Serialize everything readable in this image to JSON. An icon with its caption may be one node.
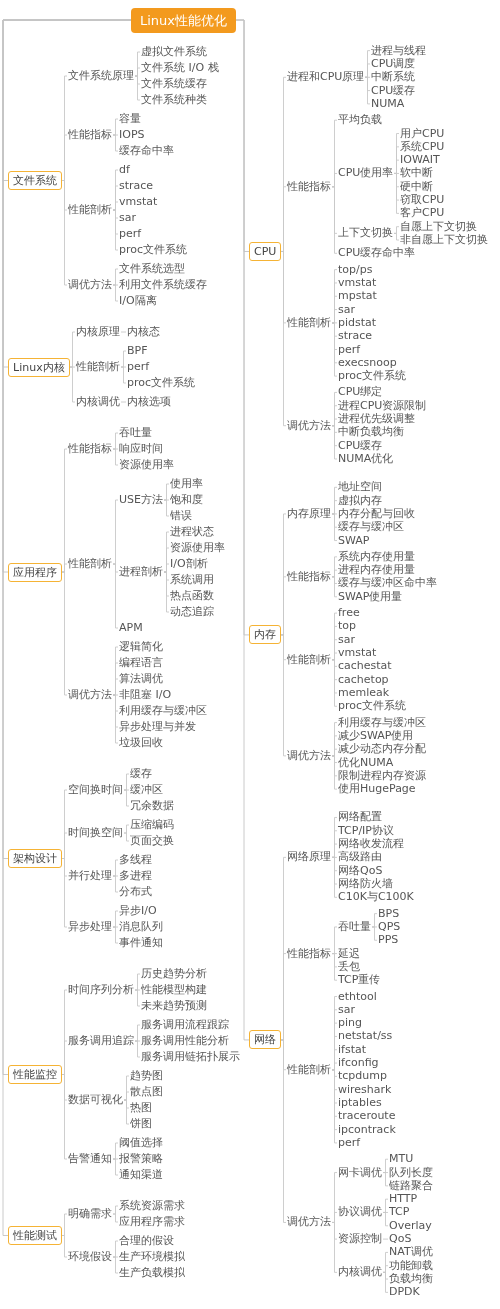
{
  "diagram": {
    "nodes": [
      {
        "text": [
          "Linux性能优化"
        ]
      },
      {
        "text": [
          "CPU"
        ]
      },
      {
        "text": [
          "进程和CPU原理"
        ]
      },
      {
        "text": [
          "进程与线程"
        ]
      },
      {
        "text": [
          "CPU调度"
        ]
      },
      {
        "text": [
          "中断系统"
        ]
      },
      {
        "text": [
          "CPU缓存"
        ]
      },
      {
        "text": [
          "NUMA"
        ]
      },
      {
        "text": [
          "性能指标"
        ]
      },
      {
        "text": [
          "平均负载"
        ]
      },
      {
        "text": [
          "CPU使用率"
        ]
      },
      {
        "text": [
          "用户CPU"
        ]
      },
      {
        "text": [
          "系统CPU"
        ]
      },
      {
        "text": [
          "IOWAIT"
        ]
      },
      {
        "text": [
          "软中断"
        ]
      },
      {
        "text": [
          "硬中断"
        ]
      },
      {
        "text": [
          "窃取CPU"
        ]
      },
      {
        "text": [
          "客户CPU"
        ]
      },
      {
        "text": [
          "上下文切换"
        ]
      },
      {
        "text": [
          "自愿上下文切换"
        ]
      },
      {
        "text": [
          "非自愿上下文切换"
        ]
      },
      {
        "text": [
          "CPU缓存命中率"
        ]
      },
      {
        "text": [
          "性能剖析"
        ]
      },
      {
        "text": [
          "top/ps"
        ]
      },
      {
        "text": [
          "vmstat"
        ]
      },
      {
        "text": [
          "mpstat"
        ]
      },
      {
        "text": [
          "sar"
        ]
      },
      {
        "text": [
          "pidstat"
        ]
      },
      {
        "text": [
          "strace"
        ]
      },
      {
        "text": [
          "perf"
        ]
      },
      {
        "text": [
          "execsnoop"
        ]
      },
      {
        "text": [
          "proc文件系统"
        ]
      },
      {
        "text": [
          "调优方法"
        ]
      },
      {
        "text": [
          "CPU绑定"
        ]
      },
      {
        "text": [
          "进程CPU资源限制"
        ]
      },
      {
        "text": [
          "进程优先级调整"
        ]
      },
      {
        "text": [
          "中断负载均衡"
        ]
      },
      {
        "text": [
          "CPU缓存"
        ]
      },
      {
        "text": [
          "NUMA优化"
        ]
      },
      {
        "text": [
          "内存"
        ]
      },
      {
        "text": [
          "内存原理"
        ]
      },
      {
        "text": [
          "地址空间"
        ]
      },
      {
        "text": [
          "虚拟内存"
        ]
      },
      {
        "text": [
          "内存分配与回收"
        ]
      },
      {
        "text": [
          "缓存与缓冲区"
        ]
      },
      {
        "text": [
          "SWAP"
        ]
      },
      {
        "text": [
          "性能指标"
        ]
      },
      {
        "text": [
          "系统内存使用量"
        ]
      },
      {
        "text": [
          "进程内存使用量"
        ]
      },
      {
        "text": [
          "缓存与缓冲区命中率"
        ]
      },
      {
        "text": [
          "SWAP使用量"
        ]
      },
      {
        "text": [
          "性能剖析"
        ]
      },
      {
        "text": [
          "free"
        ]
      },
      {
        "text": [
          "top"
        ]
      },
      {
        "text": [
          "sar"
        ]
      },
      {
        "text": [
          "vmstat"
        ]
      },
      {
        "text": [
          "cachestat"
        ]
      },
      {
        "text": [
          "cachetop"
        ]
      },
      {
        "text": [
          "memleak"
        ]
      },
      {
        "text": [
          "proc文件系统"
        ]
      },
      {
        "text": [
          "调优方法"
        ]
      },
      {
        "text": [
          "利用缓存与缓冲区"
        ]
      },
      {
        "text": [
          "减少SWAP使用"
        ]
      },
      {
        "text": [
          "减少动态内存分配"
        ]
      },
      {
        "text": [
          "优化NUMA"
        ]
      },
      {
        "text": [
          "限制进程内存资源"
        ]
      },
      {
        "text": [
          "使用HugePage"
        ]
      },
      {
        "text": [
          "网络"
        ]
      },
      {
        "text": [
          "网络原理"
        ]
      },
      {
        "text": [
          "网络配置"
        ]
      },
      {
        "text": [
          "TCP/IP协议"
        ]
      },
      {
        "text": [
          "网络收发流程"
        ]
      },
      {
        "text": [
          "高级路由"
        ]
      },
      {
        "text": [
          "网络QoS"
        ]
      },
      {
        "text": [
          "网络防火墙"
        ]
      },
      {
        "text": [
          "C10K与C100K"
        ]
      },
      {
        "text": [
          "性能指标"
        ]
      },
      {
        "text": [
          "吞吐量"
        ]
      },
      {
        "text": [
          "BPS"
        ]
      },
      {
        "text": [
          "QPS"
        ]
      },
      {
        "text": [
          "PPS"
        ]
      },
      {
        "text": [
          "延迟"
        ]
      },
      {
        "text": [
          "丢包"
        ]
      },
      {
        "text": [
          "TCP重传"
        ]
      },
      {
        "text": [
          "性能剖析"
        ]
      },
      {
        "text": [
          "ethtool"
        ]
      },
      {
        "text": [
          "sar"
        ]
      },
      {
        "text": [
          "ping"
        ]
      },
      {
        "text": [
          "netstat/ss"
        ]
      },
      {
        "text": [
          "ifstat"
        ]
      },
      {
        "text": [
          "ifconfig"
        ]
      },
      {
        "text": [
          "tcpdump"
        ]
      },
      {
        "text": [
          "wireshark"
        ]
      },
      {
        "text": [
          "iptables"
        ]
      },
      {
        "text": [
          "traceroute"
        ]
      },
      {
        "text": [
          "ipcontrack"
        ]
      },
      {
        "text": [
          "perf"
        ]
      },
      {
        "text": [
          "调优方法"
        ]
      },
      {
        "text": [
          "网卡调优"
        ]
      },
      {
        "text": [
          "MTU"
        ]
      },
      {
        "text": [
          "队列长度"
        ]
      },
      {
        "text": [
          "链路聚合"
        ]
      },
      {
        "text": [
          "协议调优"
        ]
      },
      {
        "text": [
          "HTTP"
        ]
      },
      {
        "text": [
          "TCP"
        ]
      },
      {
        "text": [
          "Overlay"
        ]
      },
      {
        "text": [
          "资源控制"
        ]
      },
      {
        "text": [
          "QoS"
        ]
      },
      {
        "text": [
          "内核调优"
        ]
      },
      {
        "text": [
          "NAT调优"
        ]
      },
      {
        "text": [
          "功能卸载"
        ]
      },
      {
        "text": [
          "负载均衡"
        ]
      },
      {
        "text": [
          "DPDK"
        ]
      },
      {
        "text": [
          "文件系统"
        ]
      },
      {
        "text": [
          "文件系统原理"
        ]
      },
      {
        "text": [
          "虚拟文件系统"
        ]
      },
      {
        "text": [
          "文件系统 I/O 栈"
        ]
      },
      {
        "text": [
          "文件系统缓存"
        ]
      },
      {
        "text": [
          "文件系统种类"
        ]
      },
      {
        "text": [
          "性能指标"
        ]
      },
      {
        "text": [
          "容量"
        ]
      },
      {
        "text": [
          "IOPS"
        ]
      },
      {
        "text": [
          "缓存命中率"
        ]
      },
      {
        "text": [
          "性能剖析"
        ]
      },
      {
        "text": [
          "df"
        ]
      },
      {
        "text": [
          "strace"
        ]
      },
      {
        "text": [
          "vmstat"
        ]
      },
      {
        "text": [
          "sar"
        ]
      },
      {
        "text": [
          "perf"
        ]
      },
      {
        "text": [
          "proc文件系统"
        ]
      },
      {
        "text": [
          "调优方法"
        ]
      },
      {
        "text": [
          "文件系统选型"
        ]
      },
      {
        "text": [
          "利用文件系统缓存"
        ]
      },
      {
        "text": [
          "I/O隔离"
        ]
      },
      {
        "text": [
          "Linux内核"
        ]
      },
      {
        "text": [
          "内核原理"
        ]
      },
      {
        "text": [
          "内核态"
        ]
      },
      {
        "text": [
          "性能剖析"
        ]
      },
      {
        "text": [
          "BPF"
        ]
      },
      {
        "text": [
          "perf"
        ]
      },
      {
        "text": [
          "proc文件系统"
        ]
      },
      {
        "text": [
          "内核调优"
        ]
      },
      {
        "text": [
          "内核选项"
        ]
      },
      {
        "text": [
          "应用程序"
        ]
      },
      {
        "text": [
          "性能指标"
        ]
      },
      {
        "text": [
          "吞吐量"
        ]
      },
      {
        "text": [
          "响应时间"
        ]
      },
      {
        "text": [
          "资源使用率"
        ]
      },
      {
        "text": [
          "性能剖析"
        ]
      },
      {
        "text": [
          "USE方法"
        ]
      },
      {
        "text": [
          "使用率"
        ]
      },
      {
        "text": [
          "饱和度"
        ]
      },
      {
        "text": [
          "错误"
        ]
      },
      {
        "text": [
          "进程剖析"
        ]
      },
      {
        "text": [
          "进程状态"
        ]
      },
      {
        "text": [
          "资源使用率"
        ]
      },
      {
        "text": [
          "I/O剖析"
        ]
      },
      {
        "text": [
          "系统调用"
        ]
      },
      {
        "text": [
          "热点函数"
        ]
      },
      {
        "text": [
          "动态追踪"
        ]
      },
      {
        "text": [
          "APM"
        ]
      },
      {
        "text": [
          "调优方法"
        ]
      },
      {
        "text": [
          "逻辑简化"
        ]
      },
      {
        "text": [
          "编程语言"
        ]
      },
      {
        "text": [
          "算法调优"
        ]
      },
      {
        "text": [
          "非阻塞 I/O"
        ]
      },
      {
        "text": [
          "利用缓存与缓冲区"
        ]
      },
      {
        "text": [
          "异步处理与并发"
        ]
      },
      {
        "text": [
          "垃圾回收"
        ]
      },
      {
        "text": [
          "架构设计"
        ]
      },
      {
        "text": [
          "空间换时间"
        ]
      },
      {
        "text": [
          "缓存"
        ]
      },
      {
        "text": [
          "缓冲区"
        ]
      },
      {
        "text": [
          "冗余数据"
        ]
      },
      {
        "text": [
          "时间换空间"
        ]
      },
      {
        "text": [
          "压缩编码"
        ]
      },
      {
        "text": [
          "页面交换"
        ]
      },
      {
        "text": [
          "并行处理"
        ]
      },
      {
        "text": [
          "多线程"
        ]
      },
      {
        "text": [
          "多进程"
        ]
      },
      {
        "text": [
          "分布式"
        ]
      },
      {
        "text": [
          "异步处理"
        ]
      },
      {
        "text": [
          "异步I/O"
        ]
      },
      {
        "text": [
          "消息队列"
        ]
      },
      {
        "text": [
          "事件通知"
        ]
      },
      {
        "text": [
          "性能监控"
        ]
      },
      {
        "text": [
          "时间序列分析"
        ]
      },
      {
        "text": [
          "历史趋势分析"
        ]
      },
      {
        "text": [
          "性能模型构建"
        ]
      },
      {
        "text": [
          "未来趋势预测"
        ]
      },
      {
        "text": [
          "服务调用追踪"
        ]
      },
      {
        "text": [
          "服务调用流程跟踪"
        ]
      },
      {
        "text": [
          "服务调用性能分析"
        ]
      },
      {
        "text": [
          "服务调用链拓扑展示"
        ]
      },
      {
        "text": [
          "数据可视化"
        ]
      },
      {
        "text": [
          "趋势图"
        ]
      },
      {
        "text": [
          "散点图"
        ]
      },
      {
        "text": [
          "热图"
        ]
      },
      {
        "text": [
          "饼图"
        ]
      },
      {
        "text": [
          "告警通知"
        ]
      },
      {
        "text": [
          "阈值选择"
        ]
      },
      {
        "text": [
          "报警策略"
        ]
      },
      {
        "text": [
          "通知渠道"
        ]
      },
      {
        "text": [
          "性能测试"
        ]
      },
      {
        "text": [
          "明确需求"
        ]
      },
      {
        "text": [
          "系统资源需求"
        ]
      },
      {
        "text": [
          "应用程序需求"
        ]
      },
      {
        "text": [
          "环境假设"
        ]
      },
      {
        "text": [
          "合理的假设"
        ]
      },
      {
        "text": [
          "生产环境模拟"
        ]
      },
      {
        "text": [
          "生产负载模拟"
        ]
      }
    ],
    "edges": [
      {
        "from": 0,
        "to": 1,
        "arrow": "none"
      },
      {
        "from": 1,
        "to": 2,
        "arrow": "none"
      },
      {
        "from": 2,
        "to": 3,
        "arrow": "none"
      },
      {
        "from": 2,
        "to": 4,
        "arrow": "none"
      },
      {
        "from": 2,
        "to": 5,
        "arrow": "none"
      },
      {
        "from": 2,
        "to": 6,
        "arrow": "none"
      },
      {
        "from": 2,
        "to": 7,
        "arrow": "none"
      },
      {
        "from": 1,
        "to": 8,
        "arrow": "none"
      },
      {
        "from": 8,
        "to": 9,
        "arrow": "none"
      },
      {
        "from": 8,
        "to": 10,
        "arrow": "none"
      },
      {
        "from": 10,
        "to": 11,
        "arrow": "none"
      },
      {
        "from": 10,
        "to": 12,
        "arrow": "none"
      },
      {
        "from": 10,
        "to": 13,
        "arrow": "none"
      },
      {
        "from": 10,
        "to": 14,
        "arrow": "none"
      },
      {
        "from": 10,
        "to": 15,
        "arrow": "none"
      },
      {
        "from": 10,
        "to": 16,
        "arrow": "none"
      },
      {
        "from": 10,
        "to": 17,
        "arrow": "none"
      },
      {
        "from": 8,
        "to": 18,
        "arrow": "none"
      },
      {
        "from": 18,
        "to": 19,
        "arrow": "none"
      },
      {
        "from": 18,
        "to": 20,
        "arrow": "none"
      },
      {
        "from": 8,
        "to": 21,
        "arrow": "none"
      },
      {
        "from": 1,
        "to": 22,
        "arrow": "none"
      },
      {
        "from": 22,
        "to": 23,
        "arrow": "none"
      },
      {
        "from": 22,
        "to": 24,
        "arrow": "none"
      },
      {
        "from": 22,
        "to": 25,
        "arrow": "none"
      },
      {
        "from": 22,
        "to": 26,
        "arrow": "none"
      },
      {
        "from": 22,
        "to": 27,
        "arrow": "none"
      },
      {
        "from": 22,
        "to": 28,
        "arrow": "none"
      },
      {
        "from": 22,
        "to": 29,
        "arrow": "none"
      },
      {
        "from": 22,
        "to": 30,
        "arrow": "none"
      },
      {
        "from": 22,
        "to": 31,
        "arrow": "none"
      },
      {
        "from": 1,
        "to": 32,
        "arrow": "none"
      },
      {
        "from": 32,
        "to": 33,
        "arrow": "none"
      },
      {
        "from": 32,
        "to": 34,
        "arrow": "none"
      },
      {
        "from": 32,
        "to": 35,
        "arrow": "none"
      },
      {
        "from": 32,
        "to": 36,
        "arrow": "none"
      },
      {
        "from": 32,
        "to": 37,
        "arrow": "none"
      },
      {
        "from": 32,
        "to": 38,
        "arrow": "none"
      },
      {
        "from": 0,
        "to": 39,
        "arrow": "none"
      },
      {
        "from": 39,
        "to": 40,
        "arrow": "none"
      },
      {
        "from": 40,
        "to": 41,
        "arrow": "none"
      },
      {
        "from": 40,
        "to": 42,
        "arrow": "none"
      },
      {
        "from": 40,
        "to": 43,
        "arrow": "none"
      },
      {
        "from": 40,
        "to": 44,
        "arrow": "none"
      },
      {
        "from": 40,
        "to": 45,
        "arrow": "none"
      },
      {
        "from": 39,
        "to": 46,
        "arrow": "none"
      },
      {
        "from": 46,
        "to": 47,
        "arrow": "none"
      },
      {
        "from": 46,
        "to": 48,
        "arrow": "none"
      },
      {
        "from": 46,
        "to": 49,
        "arrow": "none"
      },
      {
        "from": 46,
        "to": 50,
        "arrow": "none"
      },
      {
        "from": 39,
        "to": 51,
        "arrow": "none"
      },
      {
        "from": 51,
        "to": 52,
        "arrow": "none"
      },
      {
        "from": 51,
        "to": 53,
        "arrow": "none"
      },
      {
        "from": 51,
        "to": 54,
        "arrow": "none"
      },
      {
        "from": 51,
        "to": 55,
        "arrow": "none"
      },
      {
        "from": 51,
        "to": 56,
        "arrow": "none"
      },
      {
        "from": 51,
        "to": 57,
        "arrow": "none"
      },
      {
        "from": 51,
        "to": 58,
        "arrow": "none"
      },
      {
        "from": 51,
        "to": 59,
        "arrow": "none"
      },
      {
        "from": 39,
        "to": 60,
        "arrow": "none"
      },
      {
        "from": 60,
        "to": 61,
        "arrow": "none"
      },
      {
        "from": 60,
        "to": 62,
        "arrow": "none"
      },
      {
        "from": 60,
        "to": 63,
        "arrow": "none"
      },
      {
        "from": 60,
        "to": 64,
        "arrow": "none"
      },
      {
        "from": 60,
        "to": 65,
        "arrow": "none"
      },
      {
        "from": 60,
        "to": 66,
        "arrow": "none"
      },
      {
        "from": 0,
        "to": 67,
        "arrow": "none"
      },
      {
        "from": 67,
        "to": 68,
        "arrow": "none"
      },
      {
        "from": 68,
        "to": 69,
        "arrow": "none"
      },
      {
        "from": 68,
        "to": 70,
        "arrow": "none"
      },
      {
        "from": 68,
        "to": 71,
        "arrow": "none"
      },
      {
        "from": 68,
        "to": 72,
        "arrow": "none"
      },
      {
        "from": 68,
        "to": 73,
        "arrow": "none"
      },
      {
        "from": 68,
        "to": 74,
        "arrow": "none"
      },
      {
        "from": 68,
        "to": 75,
        "arrow": "none"
      },
      {
        "from": 67,
        "to": 76,
        "arrow": "none"
      },
      {
        "from": 76,
        "to": 77,
        "arrow": "none"
      },
      {
        "from": 77,
        "to": 78,
        "arrow": "none"
      },
      {
        "from": 77,
        "to": 79,
        "arrow": "none"
      },
      {
        "from": 77,
        "to": 80,
        "arrow": "none"
      },
      {
        "from": 76,
        "to": 81,
        "arrow": "none"
      },
      {
        "from": 76,
        "to": 82,
        "arrow": "none"
      },
      {
        "from": 76,
        "to": 83,
        "arrow": "none"
      },
      {
        "from": 67,
        "to": 84,
        "arrow": "none"
      },
      {
        "from": 84,
        "to": 85,
        "arrow": "none"
      },
      {
        "from": 84,
        "to": 86,
        "arrow": "none"
      },
      {
        "from": 84,
        "to": 87,
        "arrow": "none"
      },
      {
        "from": 84,
        "to": 88,
        "arrow": "none"
      },
      {
        "from": 84,
        "to": 89,
        "arrow": "none"
      },
      {
        "from": 84,
        "to": 90,
        "arrow": "none"
      },
      {
        "from": 84,
        "to": 91,
        "arrow": "none"
      },
      {
        "from": 84,
        "to": 92,
        "arrow": "none"
      },
      {
        "from": 84,
        "to": 93,
        "arrow": "none"
      },
      {
        "from": 84,
        "to": 94,
        "arrow": "none"
      },
      {
        "from": 84,
        "to": 95,
        "arrow": "none"
      },
      {
        "from": 84,
        "to": 96,
        "arrow": "none"
      },
      {
        "from": 67,
        "to": 97,
        "arrow": "none"
      },
      {
        "from": 97,
        "to": 98,
        "arrow": "none"
      },
      {
        "from": 98,
        "to": 99,
        "arrow": "none"
      },
      {
        "from": 98,
        "to": 100,
        "arrow": "none"
      },
      {
        "from": 98,
        "to": 101,
        "arrow": "none"
      },
      {
        "from": 97,
        "to": 102,
        "arrow": "none"
      },
      {
        "from": 102,
        "to": 103,
        "arrow": "none"
      },
      {
        "from": 102,
        "to": 104,
        "arrow": "none"
      },
      {
        "from": 102,
        "to": 105,
        "arrow": "none"
      },
      {
        "from": 97,
        "to": 106,
        "arrow": "none"
      },
      {
        "from": 106,
        "to": 107,
        "arrow": "none"
      },
      {
        "from": 97,
        "to": 108,
        "arrow": "none"
      },
      {
        "from": 108,
        "to": 109,
        "arrow": "none"
      },
      {
        "from": 108,
        "to": 110,
        "arrow": "none"
      },
      {
        "from": 108,
        "to": 111,
        "arrow": "none"
      },
      {
        "from": 108,
        "to": 112,
        "arrow": "none"
      },
      {
        "from": 0,
        "to": 113,
        "arrow": "none"
      },
      {
        "from": 113,
        "to": 114,
        "arrow": "none"
      },
      {
        "from": 114,
        "to": 115,
        "arrow": "none"
      },
      {
        "from": 114,
        "to": 116,
        "arrow": "none"
      },
      {
        "from": 114,
        "to": 117,
        "arrow": "none"
      },
      {
        "from": 114,
        "to": 118,
        "arrow": "none"
      },
      {
        "from": 113,
        "to": 119,
        "arrow": "none"
      },
      {
        "from": 119,
        "to": 120,
        "arrow": "none"
      },
      {
        "from": 119,
        "to": 121,
        "arrow": "none"
      },
      {
        "from": 119,
        "to": 122,
        "arrow": "none"
      },
      {
        "from": 113,
        "to": 123,
        "arrow": "none"
      },
      {
        "from": 123,
        "to": 124,
        "arrow": "none"
      },
      {
        "from": 123,
        "to": 125,
        "arrow": "none"
      },
      {
        "from": 123,
        "to": 126,
        "arrow": "none"
      },
      {
        "from": 123,
        "to": 127,
        "arrow": "none"
      },
      {
        "from": 123,
        "to": 128,
        "arrow": "none"
      },
      {
        "from": 123,
        "to": 129,
        "arrow": "none"
      },
      {
        "from": 113,
        "to": 130,
        "arrow": "none"
      },
      {
        "from": 130,
        "to": 131,
        "arrow": "none"
      },
      {
        "from": 130,
        "to": 132,
        "arrow": "none"
      },
      {
        "from": 130,
        "to": 133,
        "arrow": "none"
      },
      {
        "from": 0,
        "to": 134,
        "arrow": "none"
      },
      {
        "from": 134,
        "to": 135,
        "arrow": "none"
      },
      {
        "from": 135,
        "to": 136,
        "arrow": "none"
      },
      {
        "from": 134,
        "to": 137,
        "arrow": "none"
      },
      {
        "from": 137,
        "to": 138,
        "arrow": "none"
      },
      {
        "from": 137,
        "to": 139,
        "arrow": "none"
      },
      {
        "from": 137,
        "to": 140,
        "arrow": "none"
      },
      {
        "from": 134,
        "to": 141,
        "arrow": "none"
      },
      {
        "from": 141,
        "to": 142,
        "arrow": "none"
      },
      {
        "from": 0,
        "to": 143,
        "arrow": "none"
      },
      {
        "from": 143,
        "to": 144,
        "arrow": "none"
      },
      {
        "from": 144,
        "to": 145,
        "arrow": "none"
      },
      {
        "from": 144,
        "to": 146,
        "arrow": "none"
      },
      {
        "from": 144,
        "to": 147,
        "arrow": "none"
      },
      {
        "from": 143,
        "to": 148,
        "arrow": "none"
      },
      {
        "from": 148,
        "to": 149,
        "arrow": "none"
      },
      {
        "from": 149,
        "to": 150,
        "arrow": "none"
      },
      {
        "from": 149,
        "to": 151,
        "arrow": "none"
      },
      {
        "from": 149,
        "to": 152,
        "arrow": "none"
      },
      {
        "from": 148,
        "to": 153,
        "arrow": "none"
      },
      {
        "from": 153,
        "to": 154,
        "arrow": "none"
      },
      {
        "from": 153,
        "to": 155,
        "arrow": "none"
      },
      {
        "from": 153,
        "to": 156,
        "arrow": "none"
      },
      {
        "from": 153,
        "to": 157,
        "arrow": "none"
      },
      {
        "from": 153,
        "to": 158,
        "arrow": "none"
      },
      {
        "from": 153,
        "to": 159,
        "arrow": "none"
      },
      {
        "from": 148,
        "to": 160,
        "arrow": "none"
      },
      {
        "from": 143,
        "to": 161,
        "arrow": "none"
      },
      {
        "from": 161,
        "to": 162,
        "arrow": "none"
      },
      {
        "from": 161,
        "to": 163,
        "arrow": "none"
      },
      {
        "from": 161,
        "to": 164,
        "arrow": "none"
      },
      {
        "from": 161,
        "to": 165,
        "arrow": "none"
      },
      {
        "from": 161,
        "to": 166,
        "arrow": "none"
      },
      {
        "from": 161,
        "to": 167,
        "arrow": "none"
      },
      {
        "from": 161,
        "to": 168,
        "arrow": "none"
      },
      {
        "from": 0,
        "to": 169,
        "arrow": "none"
      },
      {
        "from": 169,
        "to": 170,
        "arrow": "none"
      },
      {
        "from": 170,
        "to": 171,
        "arrow": "none"
      },
      {
        "from": 170,
        "to": 172,
        "arrow": "none"
      },
      {
        "from": 170,
        "to": 173,
        "arrow": "none"
      },
      {
        "from": 169,
        "to": 174,
        "arrow": "none"
      },
      {
        "from": 174,
        "to": 175,
        "arrow": "none"
      },
      {
        "from": 174,
        "to": 176,
        "arrow": "none"
      },
      {
        "from": 169,
        "to": 177,
        "arrow": "none"
      },
      {
        "from": 177,
        "to": 178,
        "arrow": "none"
      },
      {
        "from": 177,
        "to": 179,
        "arrow": "none"
      },
      {
        "from": 177,
        "to": 180,
        "arrow": "none"
      },
      {
        "from": 169,
        "to": 181,
        "arrow": "none"
      },
      {
        "from": 181,
        "to": 182,
        "arrow": "none"
      },
      {
        "from": 181,
        "to": 183,
        "arrow": "none"
      },
      {
        "from": 181,
        "to": 184,
        "arrow": "none"
      },
      {
        "from": 0,
        "to": 185,
        "arrow": "none"
      },
      {
        "from": 185,
        "to": 186,
        "arrow": "none"
      },
      {
        "from": 186,
        "to": 187,
        "arrow": "none"
      },
      {
        "from": 186,
        "to": 188,
        "arrow": "none"
      },
      {
        "from": 186,
        "to": 189,
        "arrow": "none"
      },
      {
        "from": 185,
        "to": 190,
        "arrow": "none"
      },
      {
        "from": 190,
        "to": 191,
        "arrow": "none"
      },
      {
        "from": 190,
        "to": 192,
        "arrow": "none"
      },
      {
        "from": 190,
        "to": 193,
        "arrow": "none"
      },
      {
        "from": 185,
        "to": 194,
        "arrow": "none"
      },
      {
        "from": 194,
        "to": 195,
        "arrow": "none"
      },
      {
        "from": 194,
        "to": 196,
        "arrow": "none"
      },
      {
        "from": 194,
        "to": 197,
        "arrow": "none"
      },
      {
        "from": 194,
        "to": 198,
        "arrow": "none"
      },
      {
        "from": 185,
        "to": 199,
        "arrow": "none"
      },
      {
        "from": 199,
        "to": 200,
        "arrow": "none"
      },
      {
        "from": 199,
        "to": 201,
        "arrow": "none"
      },
      {
        "from": 199,
        "to": 202,
        "arrow": "none"
      },
      {
        "from": 0,
        "to": 203,
        "arrow": "none"
      },
      {
        "from": 203,
        "to": 204,
        "arrow": "none"
      },
      {
        "from": 204,
        "to": 205,
        "arrow": "none"
      },
      {
        "from": 204,
        "to": 206,
        "arrow": "none"
      },
      {
        "from": 203,
        "to": 207,
        "arrow": "none"
      },
      {
        "from": 207,
        "to": 208,
        "arrow": "none"
      },
      {
        "from": 207,
        "to": 209,
        "arrow": "none"
      },
      {
        "from": 207,
        "to": 210,
        "arrow": "none"
      }
    ]
  }
}
